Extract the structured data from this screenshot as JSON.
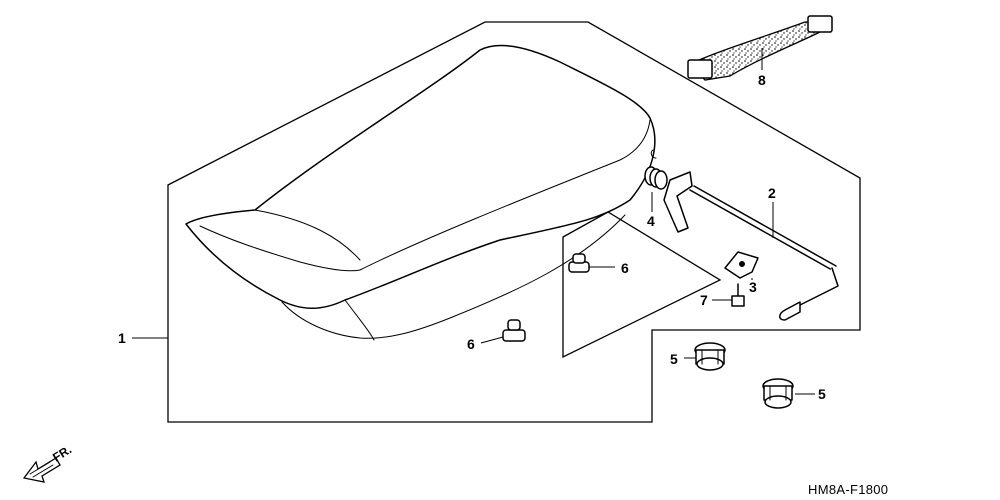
{
  "diagram": {
    "callouts": [
      {
        "id": "c1",
        "label": "1"
      },
      {
        "id": "c2",
        "label": "2"
      },
      {
        "id": "c3",
        "label": "3"
      },
      {
        "id": "c4",
        "label": "4"
      },
      {
        "id": "c5a",
        "label": "5"
      },
      {
        "id": "c5b",
        "label": "5"
      },
      {
        "id": "c6a",
        "label": "6"
      },
      {
        "id": "c6b",
        "label": "6"
      },
      {
        "id": "c7",
        "label": "7"
      },
      {
        "id": "c8",
        "label": "8"
      }
    ],
    "direction_label": "FR.",
    "figure_code": "HM8A-F1800"
  }
}
